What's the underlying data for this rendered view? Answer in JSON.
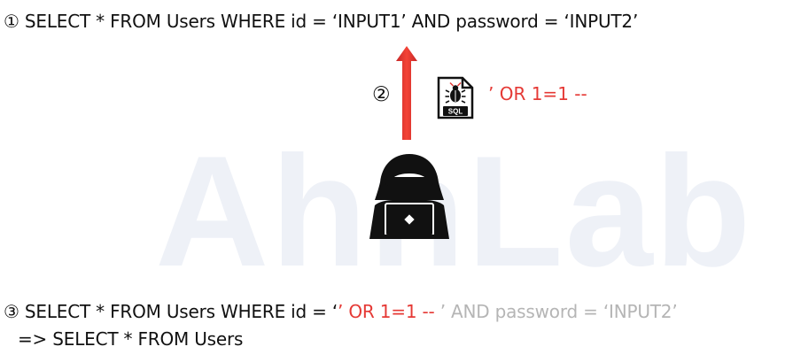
{
  "watermark": {
    "text": "AhnLab"
  },
  "step1": {
    "marker": "①",
    "text": " SELECT * FROM Users WHERE id = ‘INPUT1’ AND password = ‘INPUT2’"
  },
  "step2": {
    "marker": "②",
    "file_icon_label": "SQL",
    "payload": "’ OR 1=1 --"
  },
  "step3": {
    "marker": "③",
    "prefix": " SELECT * FROM Users WHERE id = ‘",
    "injected": "’ OR 1=1 --",
    "commented": " ’ AND password = ‘INPUT2’",
    "result": "=> SELECT * FROM Users"
  },
  "icons": [
    "up-arrow-icon",
    "sql-file-bug-icon",
    "hacker-laptop-icon"
  ],
  "colors": {
    "injection": "#e53935",
    "commented_out": "#b5b5b5",
    "arrow": "#e53935",
    "watermark": "#eef1f7"
  }
}
